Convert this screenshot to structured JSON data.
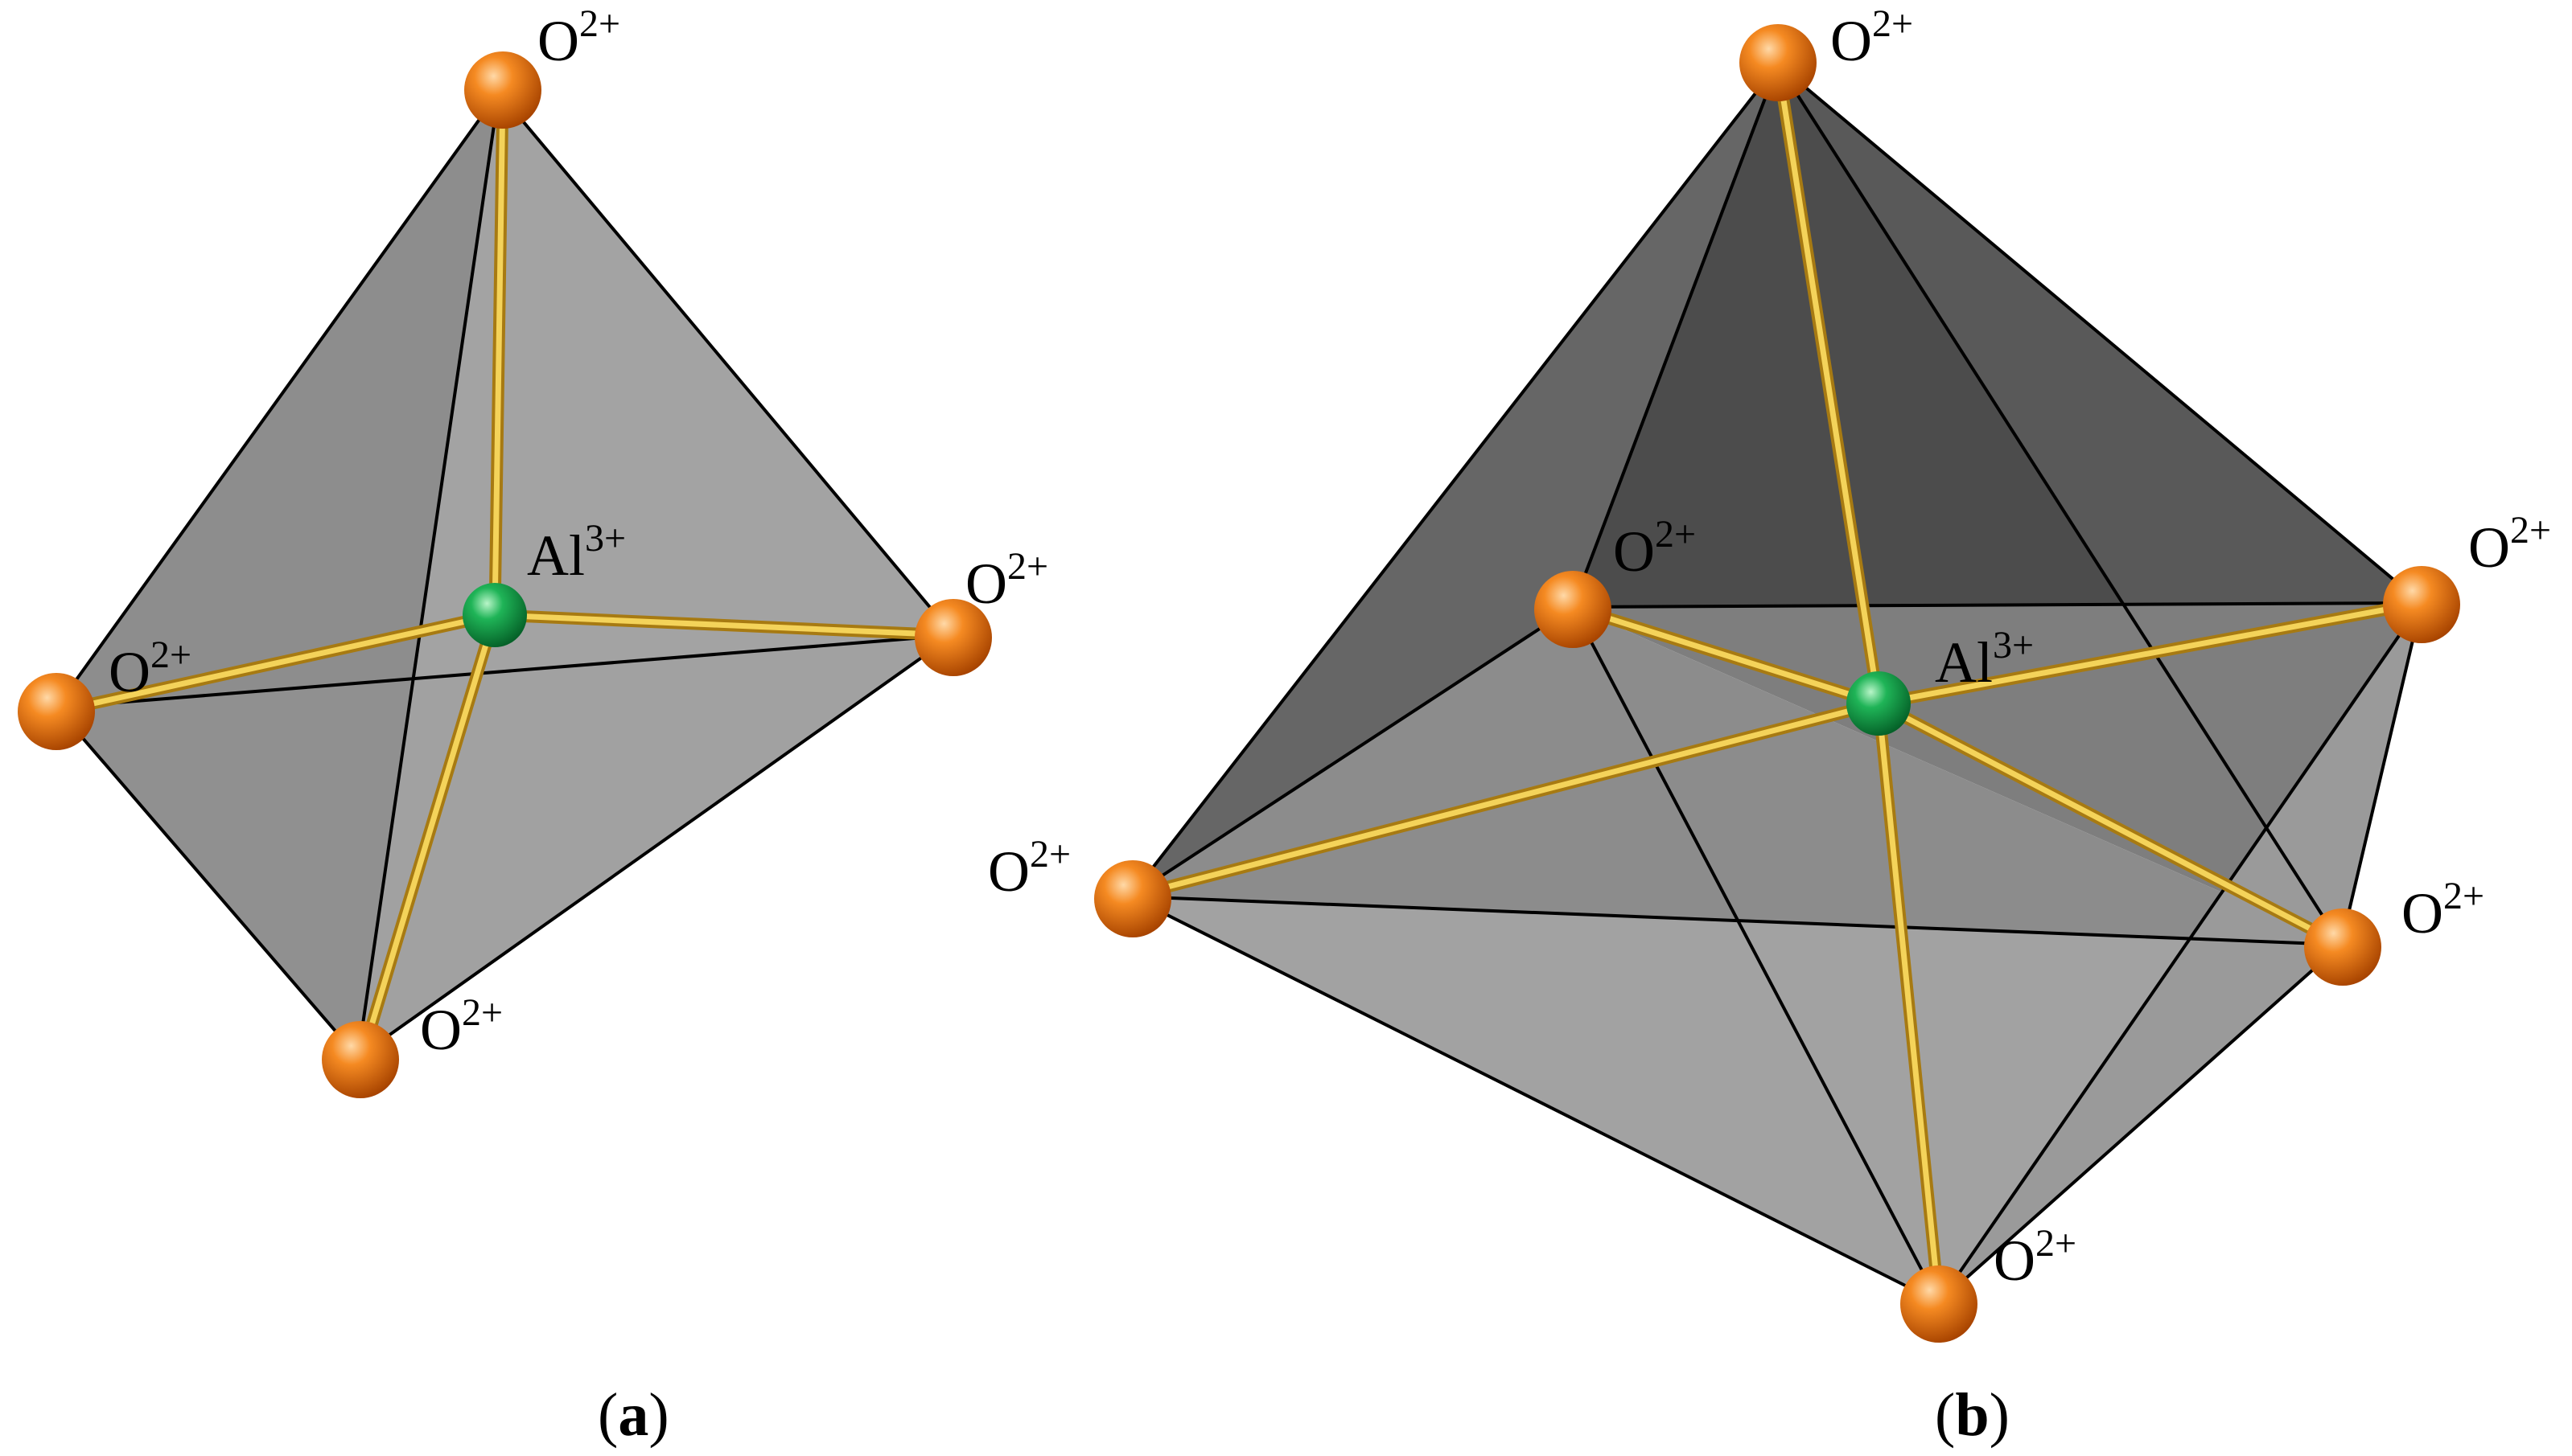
{
  "colors": {
    "oxygen": "#f07a12",
    "aluminum": "#19a84e",
    "bond": "#e8c040",
    "face_light": "#a6a6a6",
    "face_mid": "#8a8a8a",
    "face_dark": "#555555"
  },
  "panel_a": {
    "caption_open": "(",
    "caption_letter": "a",
    "caption_close": ")",
    "center_label": {
      "base": "Al",
      "sup": "3+"
    },
    "vertex_labels": [
      {
        "base": "O",
        "sup": "2+"
      },
      {
        "base": "O",
        "sup": "2+"
      },
      {
        "base": "O",
        "sup": "2+"
      },
      {
        "base": "O",
        "sup": "2+"
      }
    ]
  },
  "panel_b": {
    "caption_open": "(",
    "caption_letter": "b",
    "caption_close": ")",
    "center_label": {
      "base": "Al",
      "sup": "3+"
    },
    "vertex_labels": [
      {
        "base": "O",
        "sup": "2+"
      },
      {
        "base": "O",
        "sup": "2+"
      },
      {
        "base": "O",
        "sup": "2+"
      },
      {
        "base": "O",
        "sup": "2+"
      },
      {
        "base": "O",
        "sup": "2+"
      },
      {
        "base": "O",
        "sup": "2+"
      }
    ]
  }
}
